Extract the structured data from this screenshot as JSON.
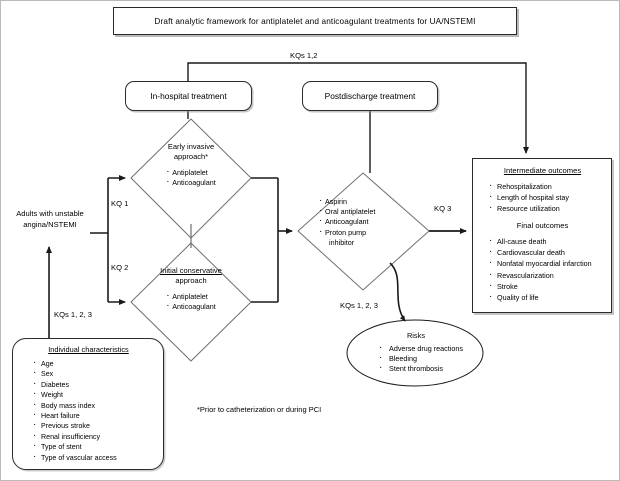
{
  "title": {
    "text": "Draft analytic framework for antiplatelet and anticoagulant treatments for UA/NSTEMI"
  },
  "treatment_boxes": {
    "in_hospital": "In-hospital treatment",
    "postdischarge": "Postdischarge treatment"
  },
  "entry": {
    "population": "Adults with unstable angina/NSTEMI"
  },
  "decisions": {
    "early_invasive": {
      "heading": "Early invasive",
      "heading2": "approach*",
      "items": [
        "Antiplatelet",
        "Anticoagulant"
      ]
    },
    "initial_conservative": {
      "heading": "Initial conservative",
      "heading2": "approach",
      "items": [
        "Antiplatelet",
        "Anticoagulant"
      ]
    },
    "postdischarge_meds": {
      "items": [
        "Aspirin",
        "Oral antiplatelet",
        "Anticoagulant",
        "Proton pump"
      ],
      "item_continuation": "inhibitor"
    }
  },
  "outcomes": {
    "intermediate_heading": "Intermediate outcomes",
    "intermediate_items": [
      "Rehospitalization",
      "Length of hospital stay",
      "Resource utilization"
    ],
    "final_heading": "Final outcomes",
    "final_items": [
      "All-cause death",
      "Cardiovascular death",
      "Nonfatal myocardial infarction",
      "Revascularization",
      "Stroke",
      "Quality of life"
    ]
  },
  "risks": {
    "heading": "Risks",
    "items": [
      "Adverse drug reactions",
      "Bleeding",
      "Stent thrombosis"
    ]
  },
  "characteristics": {
    "heading": "Individual characteristics",
    "items": [
      "Age",
      "Sex",
      "Diabetes",
      "Weight",
      "Body mass index",
      "Heart failure",
      "Previous stroke",
      "Renal insufficiency",
      "Type of stent",
      "Type of vascular access"
    ]
  },
  "labels": {
    "kqs_1_2": "KQs 1,2",
    "kq_1": "KQ 1",
    "kq_2": "KQ 2",
    "kq_3": "KQ 3",
    "kqs_1_2_3_mid": "KQs 1, 2, 3",
    "kqs_1_2_3_left": "KQs 1, 2, 3"
  },
  "footnote": {
    "text": "*Prior to catheterization or during PCI"
  },
  "colors": {
    "stroke": "#2b2b2b",
    "diamond_stroke": "#6f6f6f",
    "background": "#ffffff",
    "text": "#000000"
  }
}
